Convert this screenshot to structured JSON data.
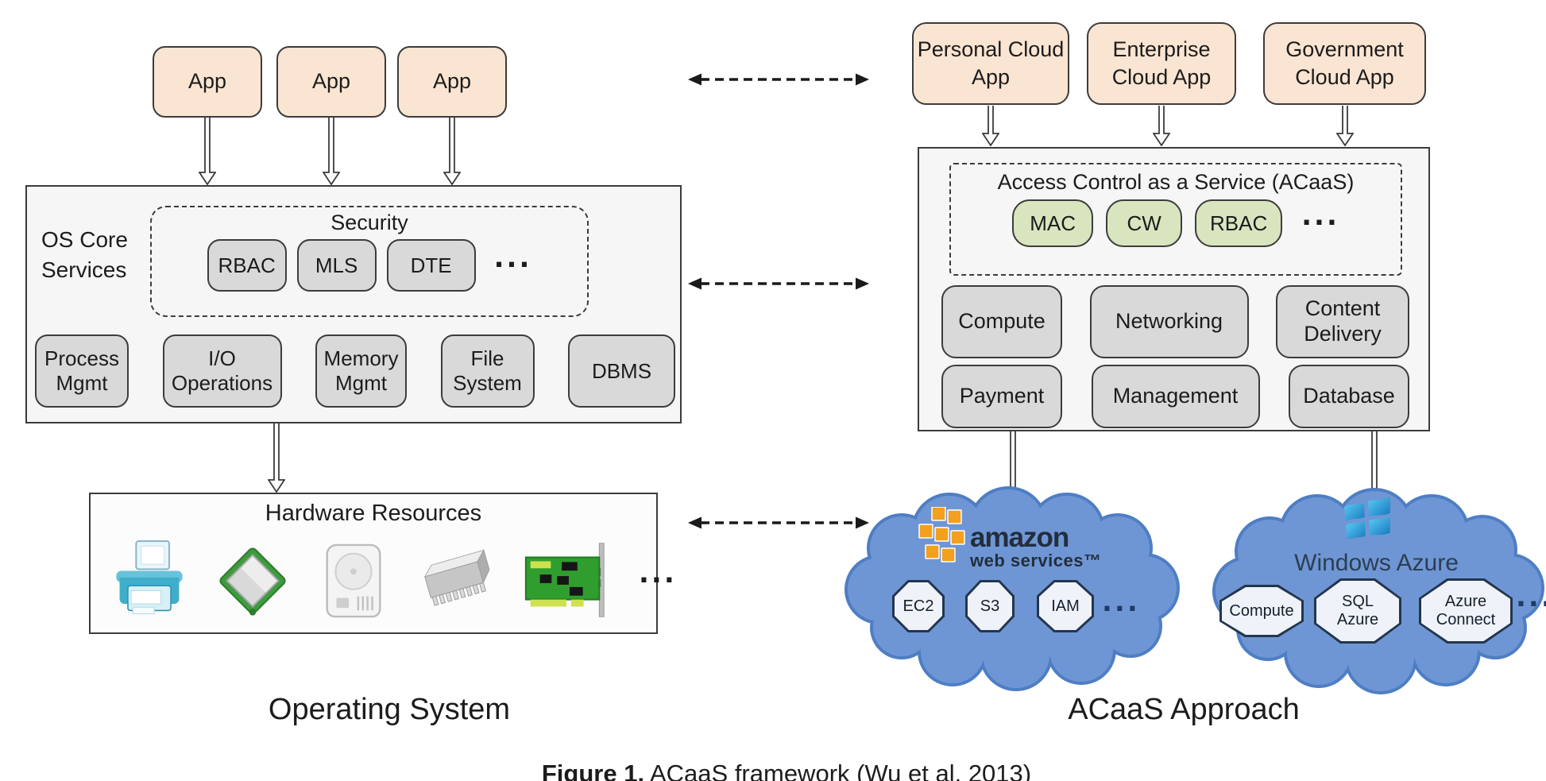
{
  "figure": {
    "caption_label": "Figure 1.",
    "caption_text": "ACaaS framework (Wu et al. 2013)"
  },
  "os_side": {
    "title": "Operating System",
    "apps": [
      "App",
      "App",
      "App"
    ],
    "core": {
      "label": "OS Core Services",
      "security": {
        "title": "Security",
        "modules": [
          "RBAC",
          "MLS",
          "DTE"
        ],
        "more": "..."
      },
      "services": [
        "Process Mgmt",
        "I/O Operations",
        "Memory Mgmt",
        "File System",
        "DBMS"
      ]
    },
    "hardware": {
      "title": "Hardware Resources",
      "more": "...",
      "icons": [
        "printer-icon",
        "cpu-icon",
        "hard-drive-icon",
        "memory-chip-icon",
        "pci-card-icon"
      ]
    }
  },
  "acaas_side": {
    "title": "ACaaS Approach",
    "apps": [
      "Personal Cloud App",
      "Enterprise Cloud App",
      "Government Cloud App"
    ],
    "platform": {
      "acaas": {
        "title": "Access Control as a Service (ACaaS)",
        "models": [
          "MAC",
          "CW",
          "RBAC"
        ],
        "more": "..."
      },
      "services_row1": [
        "Compute",
        "Networking",
        "Content Delivery"
      ],
      "services_row2": [
        "Payment",
        "Management",
        "Database"
      ]
    },
    "aws_cloud": {
      "logo_line1": "amazon",
      "logo_line2": "web services™",
      "services": [
        "EC2",
        "S3",
        "IAM"
      ],
      "more": "..."
    },
    "azure_cloud": {
      "logo": "Windows Azure",
      "services": [
        "Compute",
        "SQL Azure",
        "Azure Connect"
      ],
      "more": "..."
    }
  },
  "colors": {
    "app_fill": "#FAE5D2",
    "service_fill": "#D9D9D9",
    "model_fill": "#D8E5BE",
    "panel_fill": "#F6F6F6",
    "cloud_fill": "#6F96D4",
    "cloud_outline": "#4E7EC4",
    "octagon_fill": "#EFF2F8",
    "aws_orange": "#F2A01E",
    "aws_text": "#222E3D",
    "azure_text": "#2C3E54",
    "border": "#3C3C3C"
  }
}
